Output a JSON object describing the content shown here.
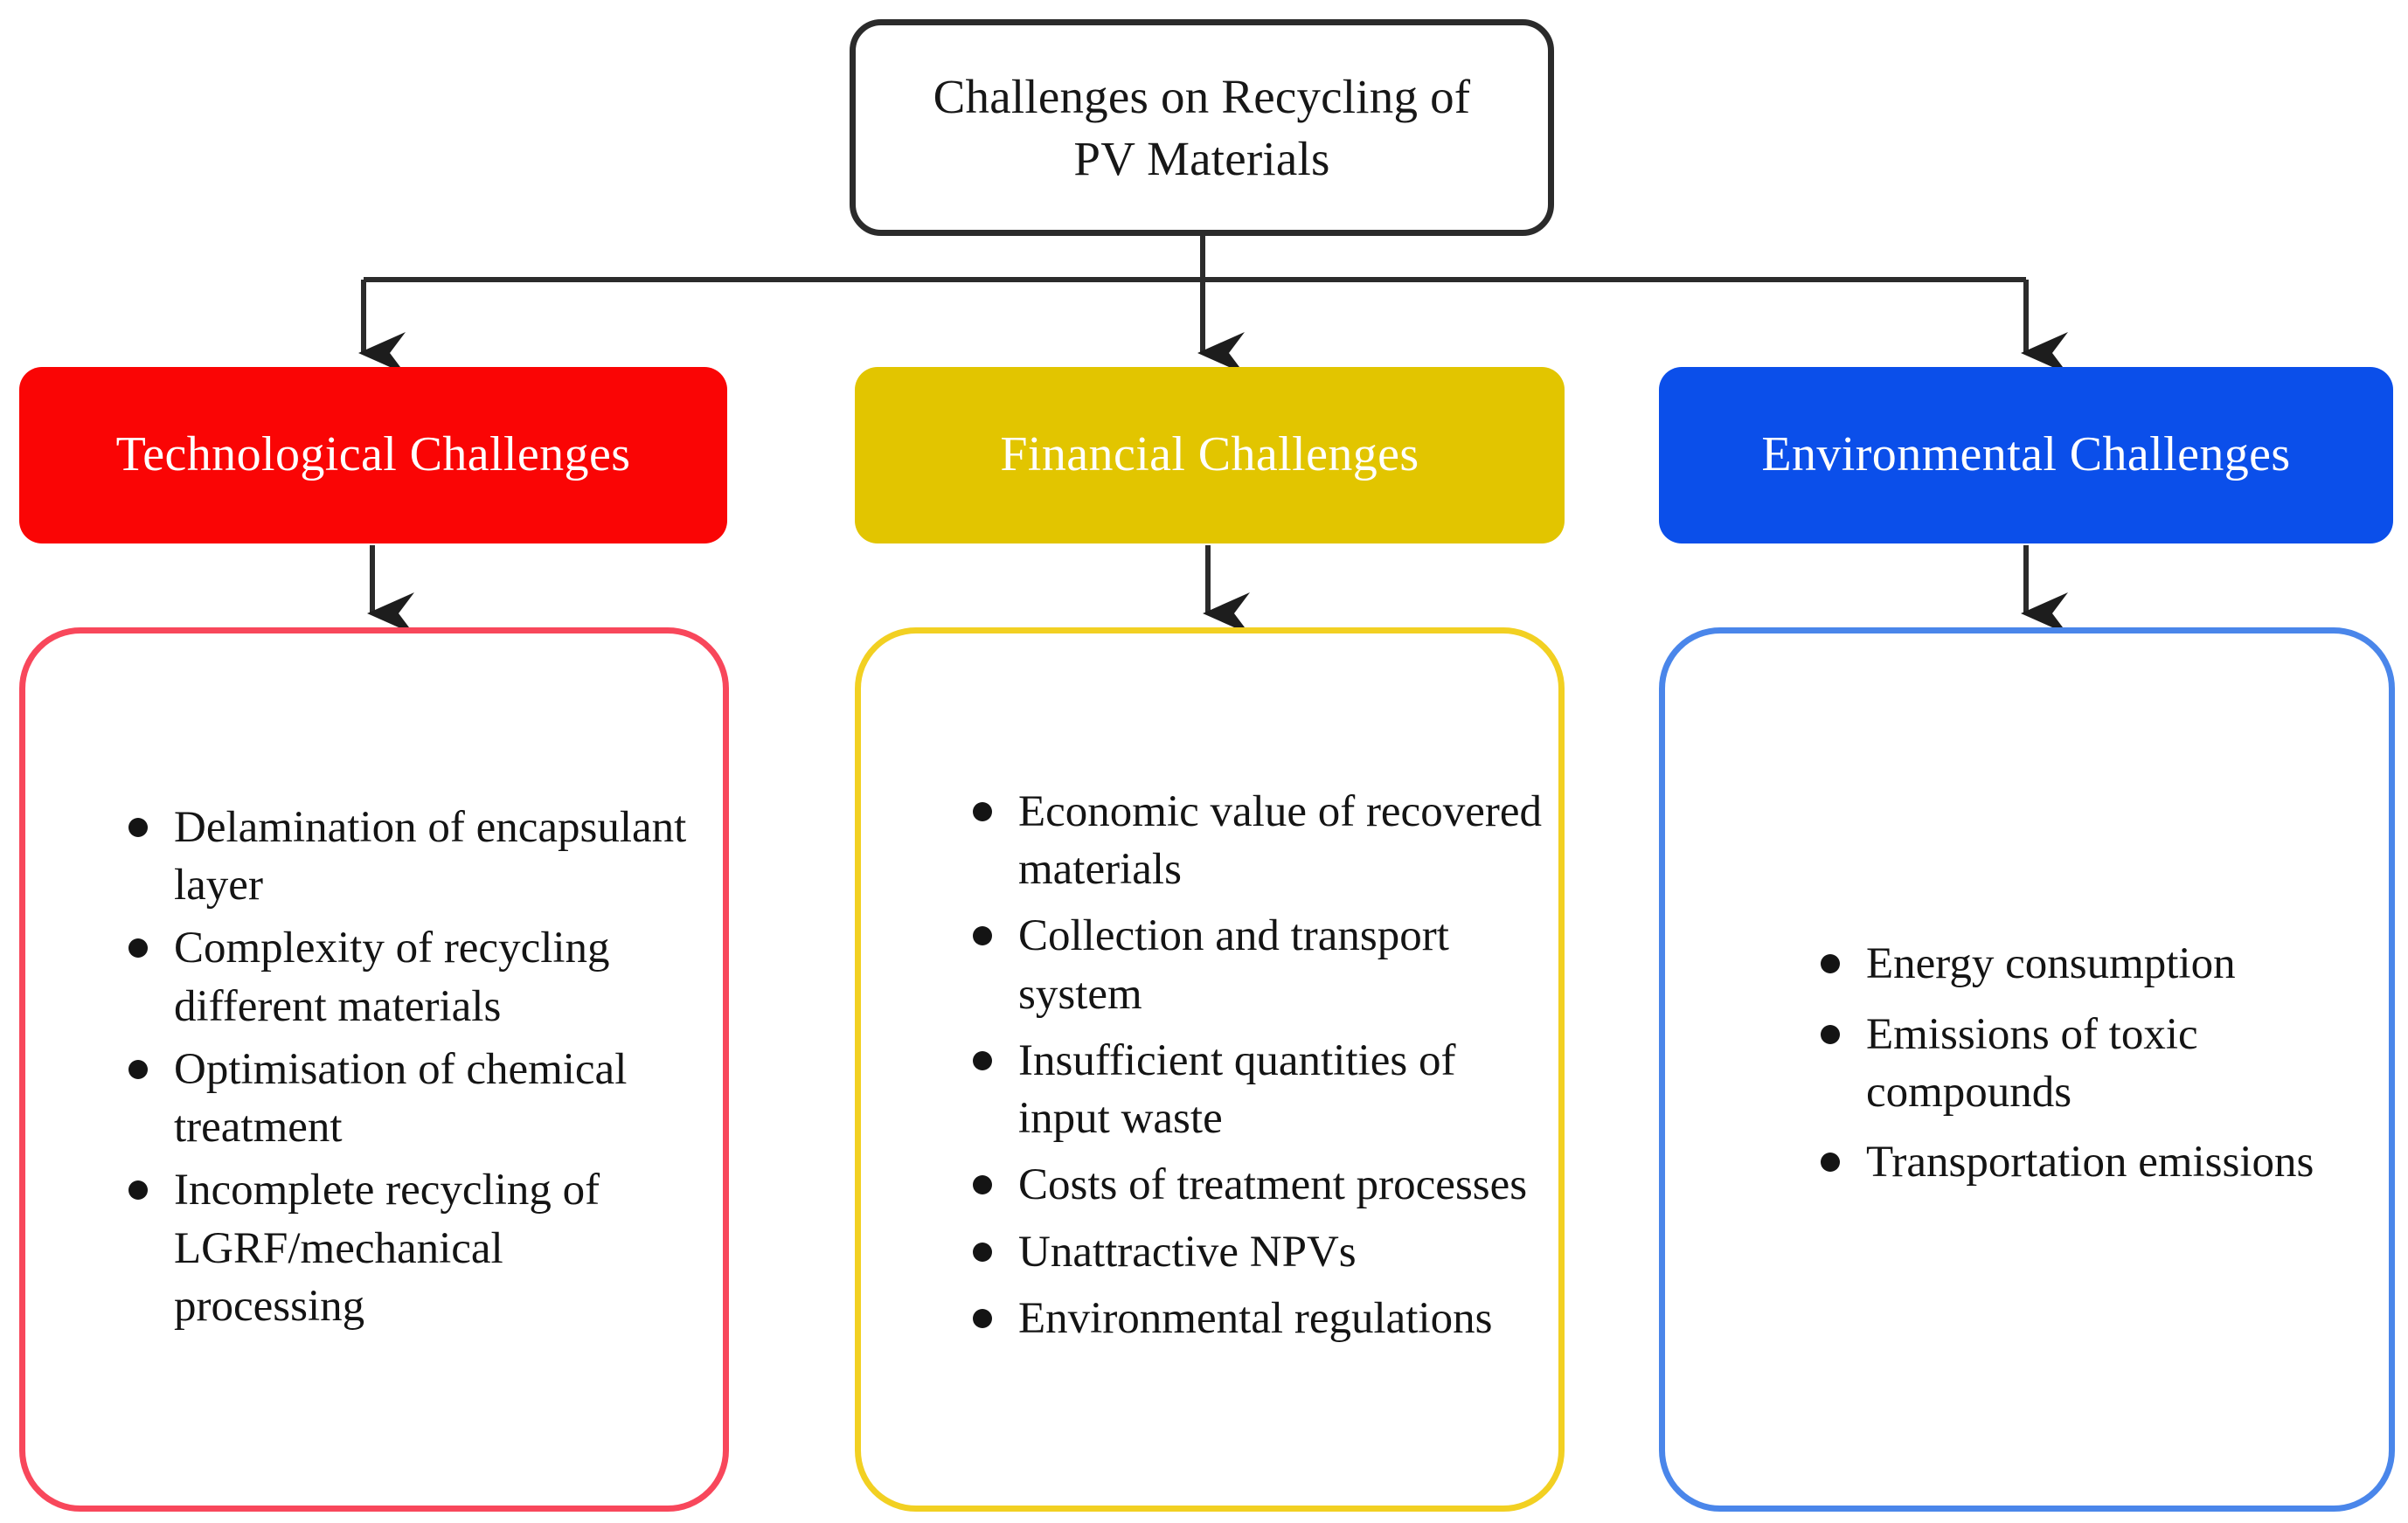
{
  "diagram": {
    "title": "Challenges on Recycling of PV Materials",
    "root": {
      "label": "Challenges on Recycling of PV Materials"
    },
    "colors": {
      "technological_fill": "#FA0505",
      "financial_fill": "#E2C500",
      "environmental_fill": "#0B4FEA",
      "technological_border": "#F8475B",
      "financial_border": "#F2D022",
      "environmental_border": "#4A86EA",
      "connector": "#2b2b2b",
      "root_border": "#2b2b2b",
      "header_text": "#ffffff",
      "body_text": "#141414"
    },
    "branches": [
      {
        "id": "technological",
        "header": "Technological Challenges",
        "items": [
          "Delamination of encapsulant layer",
          "Complexity of recycling different materials",
          "Optimisation of chemical treatment",
          "Incomplete recycling of LGRF/mechanical processing"
        ]
      },
      {
        "id": "financial",
        "header": "Financial Challenges",
        "items": [
          "Economic value of recovered materials",
          "Collection and transport system",
          "Insufficient quantities of input waste",
          "Costs of treatment processes",
          "Unattractive NPVs",
          "Environmental regulations"
        ]
      },
      {
        "id": "environmental",
        "header": "Environmental Challenges",
        "items": [
          "Energy consumption",
          "Emissions of toxic compounds",
          "Transportation emissions"
        ]
      }
    ]
  }
}
